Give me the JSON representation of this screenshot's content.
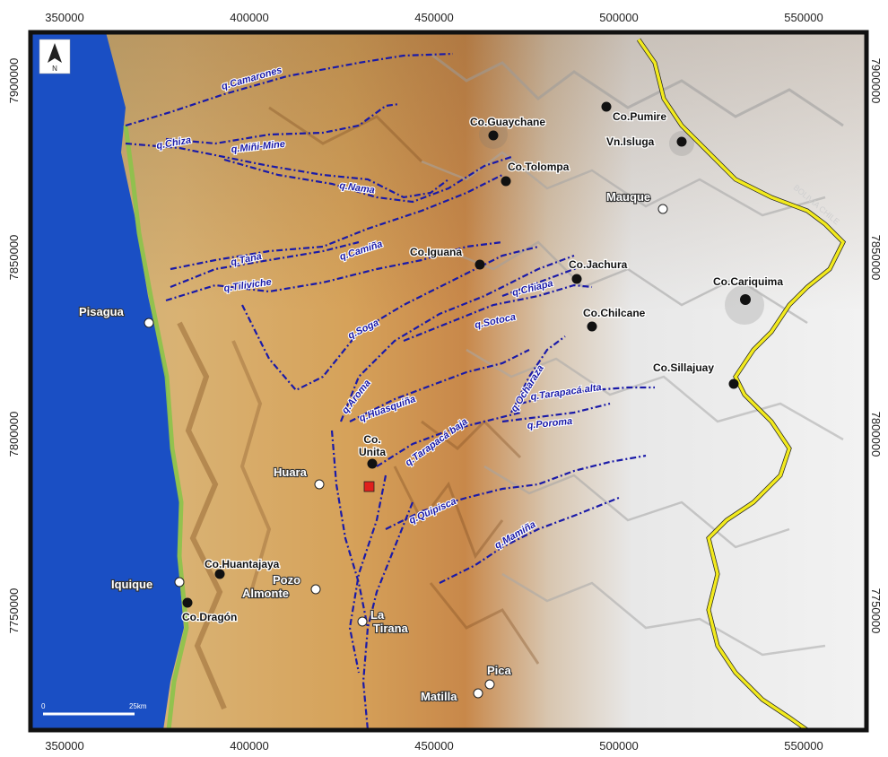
{
  "map": {
    "x_ticks": [
      "350000",
      "400000",
      "450000",
      "500000",
      "550000"
    ],
    "y_ticks": [
      "7900000",
      "7850000",
      "7800000",
      "7750000"
    ],
    "north_label": "N",
    "scale": {
      "start": "0",
      "end": "25km"
    },
    "colors": {
      "ocean": "#1a4fc4",
      "river": "#1a1aa8",
      "border": "#f2ea1e",
      "site": "#e0201c",
      "frame": "#111111"
    },
    "rivers": [
      {
        "name": "q.Camarones"
      },
      {
        "name": "q.Chiza"
      },
      {
        "name": "q.Miñi-Mine"
      },
      {
        "name": "q.Nama"
      },
      {
        "name": "q.Camiña"
      },
      {
        "name": "q.Tana"
      },
      {
        "name": "q.Tiliviche"
      },
      {
        "name": "q.Soga"
      },
      {
        "name": "q.Aroma"
      },
      {
        "name": "q.Sotoca"
      },
      {
        "name": "q.Chiapa"
      },
      {
        "name": "q.Huasquiña"
      },
      {
        "name": "q.Ocharaza"
      },
      {
        "name": "q.Tarapacá alta"
      },
      {
        "name": "q.Tarapacá baja"
      },
      {
        "name": "q.Poroma"
      },
      {
        "name": "q.Quipisca"
      },
      {
        "name": "q.Mamiña"
      }
    ],
    "peaks": [
      {
        "name": "Co.Pumire"
      },
      {
        "name": "Co.Guaychane"
      },
      {
        "name": "Vn.Isluga"
      },
      {
        "name": "Co.Tolompa"
      },
      {
        "name": "Co.Iguana"
      },
      {
        "name": "Co.Jachura"
      },
      {
        "name": "Co.Cariquima"
      },
      {
        "name": "Co.Chilcane"
      },
      {
        "name": "Co.Sillajuay"
      },
      {
        "name": "Co.Huantajaya"
      },
      {
        "name": "Co.Dragón"
      }
    ],
    "unita": {
      "line1": "Co.",
      "line2": "Unita"
    },
    "towns": [
      {
        "name": "Pisagua"
      },
      {
        "name": "Mauque"
      },
      {
        "name": "Huara"
      },
      {
        "name": "Iquique"
      },
      {
        "name": "Pica"
      },
      {
        "name": "Matilla"
      }
    ],
    "pozo": {
      "line1": "Pozo",
      "line2": "Almonte"
    },
    "tirana": {
      "line1": "La",
      "line2": "Tirana"
    },
    "border_text": "BOLIVIA CHILE"
  }
}
